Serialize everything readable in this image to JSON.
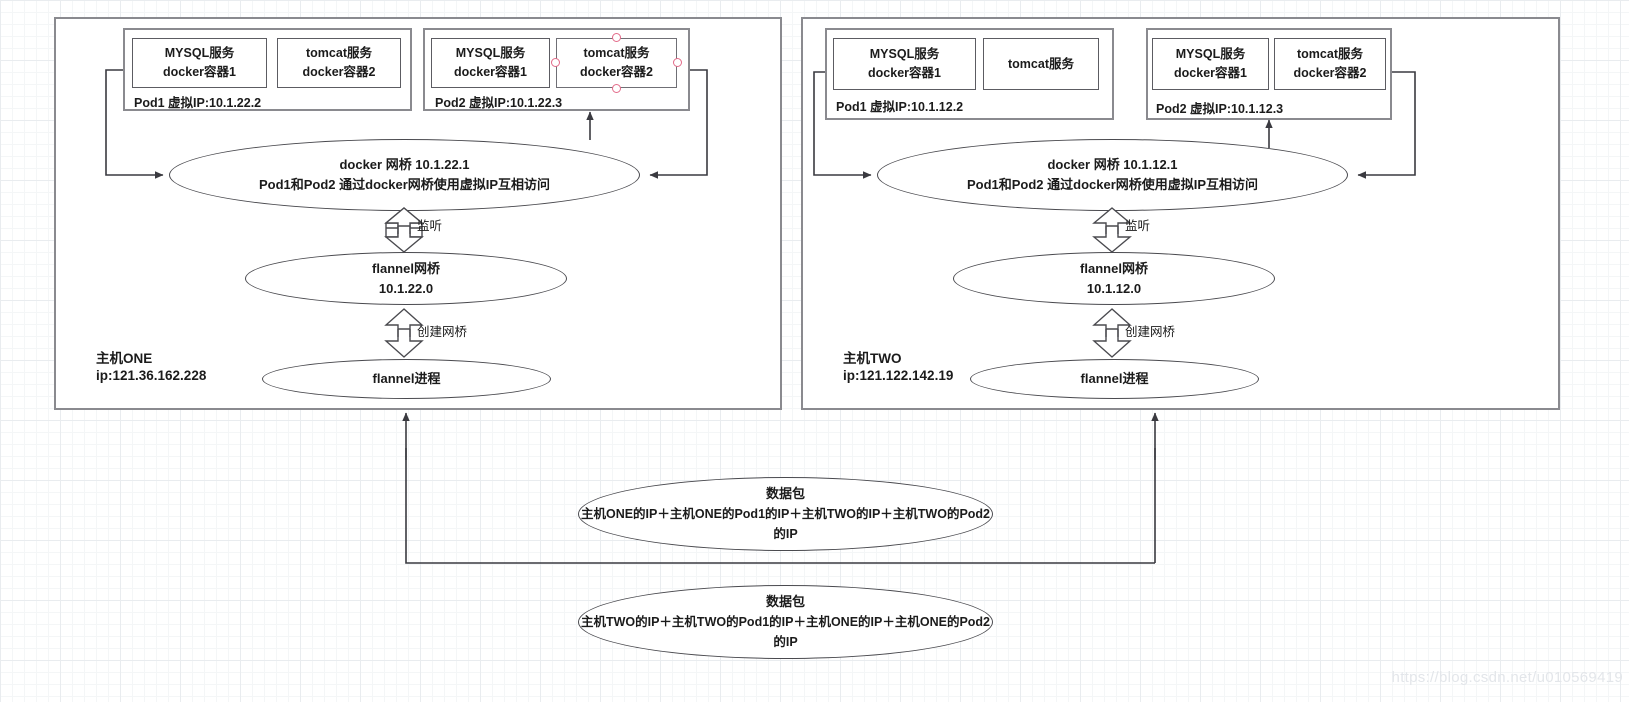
{
  "diagram": {
    "title": "flannel cross-host pod networking",
    "watermark": "https://blog.csdn.net/u010569419",
    "stroke_color": "#4a4a4f",
    "frame_color": "#8a8a8f",
    "handle_color": "#e36b8a"
  },
  "hosts": [
    {
      "id": "one",
      "name": "主机ONE",
      "ip": "ip:121.36.162.228",
      "pods": [
        {
          "label": "Pod1  虚拟IP:10.1.22.2",
          "containers": [
            {
              "line1": "MYSQL服务",
              "line2": "docker容器1",
              "selected": false
            },
            {
              "line1": "tomcat服务",
              "line2": "docker容器2",
              "selected": false
            }
          ]
        },
        {
          "label": "Pod2  虚拟IP:10.1.22.3",
          "containers": [
            {
              "line1": "MYSQL服务",
              "line2": "docker容器1",
              "selected": false
            },
            {
              "line1": "tomcat服务",
              "line2": "docker容器2",
              "selected": true
            }
          ]
        }
      ],
      "docker_bridge": {
        "line1": "docker 网桥 10.1.22.1",
        "line2": "Pod1和Pod2 通过docker网桥使用虚拟IP互相访问"
      },
      "listen_label": "监听",
      "flannel_bridge": {
        "line1": "flannel网桥",
        "line2": "10.1.22.0"
      },
      "create_label": "创建网桥",
      "flannel_process": {
        "line1": "flannel进程"
      }
    },
    {
      "id": "two",
      "name": "主机TWO",
      "ip": "ip:121.122.142.19",
      "pods": [
        {
          "label": "Pod1  虚拟IP:10.1.12.2",
          "containers": [
            {
              "line1": "MYSQL服务",
              "line2": "docker容器1",
              "selected": false
            },
            {
              "line1": "tomcat服务",
              "line2": "",
              "selected": false
            }
          ]
        },
        {
          "label": "Pod2  虚拟IP:10.1.12.3",
          "containers": [
            {
              "line1": "MYSQL服务",
              "line2": "docker容器1",
              "selected": false
            },
            {
              "line1": "tomcat服务",
              "line2": "docker容器2",
              "selected": false
            }
          ]
        }
      ],
      "docker_bridge": {
        "line1": "docker 网桥 10.1.12.1",
        "line2": "Pod1和Pod2 通过docker网桥使用虚拟IP互相访问"
      },
      "listen_label": "监听",
      "flannel_bridge": {
        "line1": "flannel网桥",
        "line2": "10.1.12.0"
      },
      "create_label": "创建网桥",
      "flannel_process": {
        "line1": "flannel进程"
      }
    }
  ],
  "packets": [
    {
      "id": "one-to-two",
      "line1": "数据包",
      "line2": "主机ONE的IP＋主机ONE的Pod1的IP＋主机TWO的IP＋主机TWO的Pod2的IP"
    },
    {
      "id": "two-to-one",
      "line1": "数据包",
      "line2": "主机TWO的IP＋主机TWO的Pod1的IP＋主机ONE的IP＋主机ONE的Pod2的IP"
    }
  ]
}
